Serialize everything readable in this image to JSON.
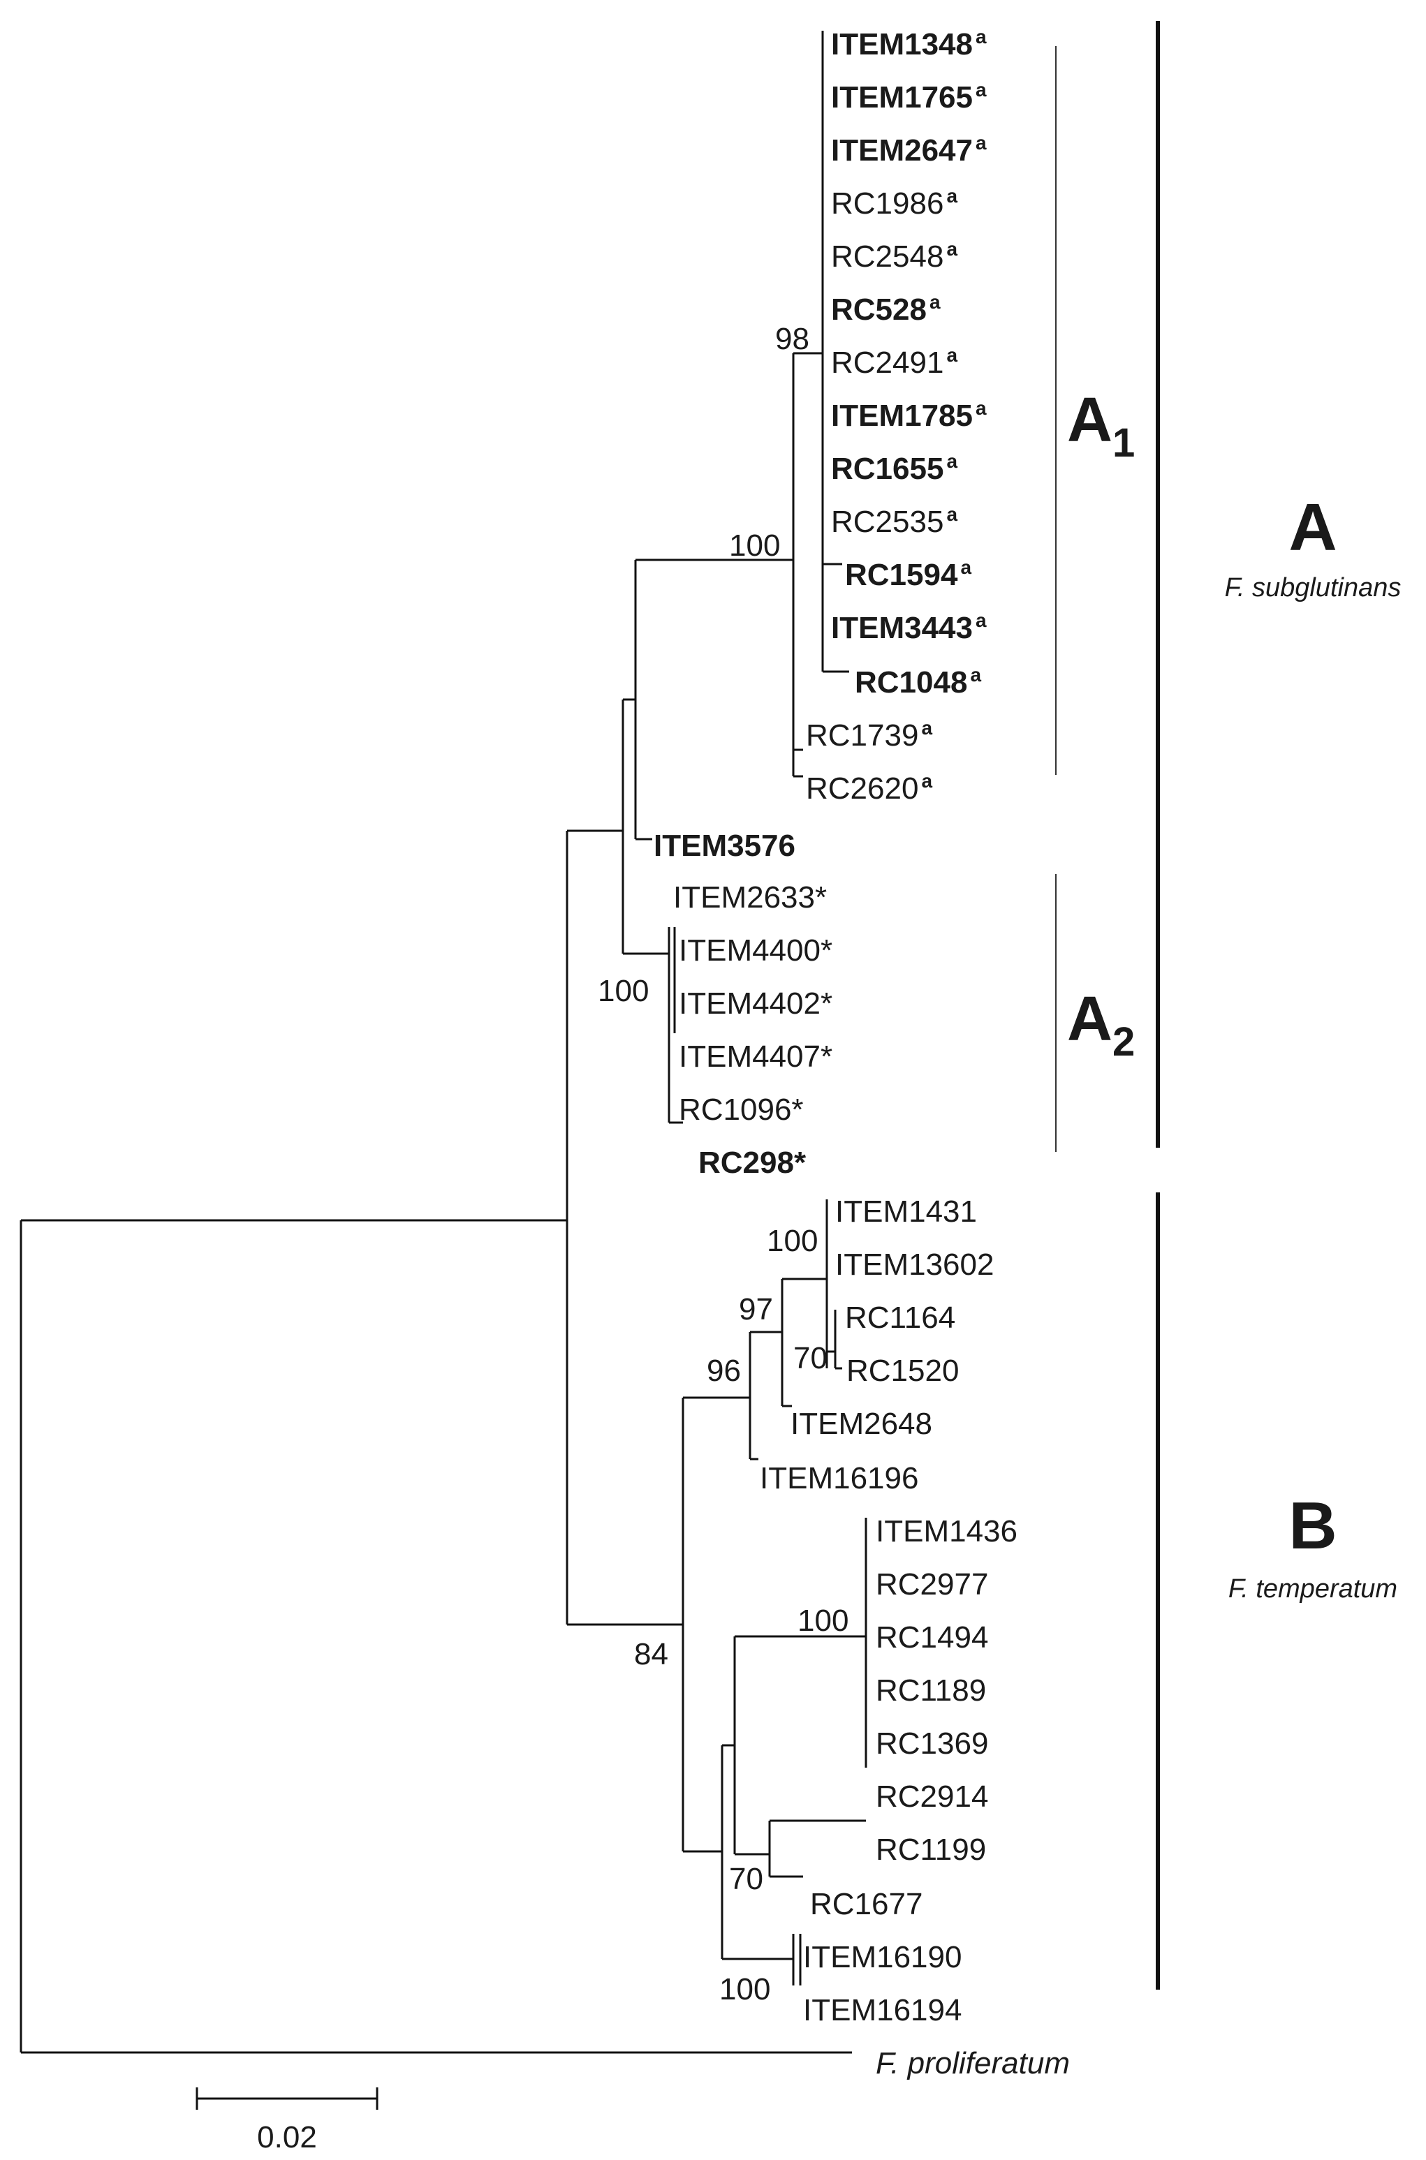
{
  "leaves": [
    {
      "id": "l0",
      "text": "ITEM1348",
      "sup": "a",
      "bold": true
    },
    {
      "id": "l1",
      "text": "ITEM1765",
      "sup": "a",
      "bold": true
    },
    {
      "id": "l2",
      "text": "ITEM2647",
      "sup": "a",
      "bold": true
    },
    {
      "id": "l3",
      "text": "RC1986",
      "sup": "a",
      "bold": false
    },
    {
      "id": "l4",
      "text": "RC2548",
      "sup": "a",
      "bold": false
    },
    {
      "id": "l5",
      "text": "RC528",
      "sup": "a",
      "bold": true
    },
    {
      "id": "l6",
      "text": "RC2491",
      "sup": "a",
      "bold": false
    },
    {
      "id": "l7",
      "text": "ITEM1785",
      "sup": "a",
      "bold": true
    },
    {
      "id": "l8",
      "text": "RC1655",
      "sup": "a",
      "bold": true
    },
    {
      "id": "l9",
      "text": "RC2535",
      "sup": "a",
      "bold": false
    },
    {
      "id": "l10",
      "text": "RC1594",
      "sup": "a",
      "bold": true
    },
    {
      "id": "l11",
      "text": "ITEM3443",
      "sup": "a",
      "bold": true
    },
    {
      "id": "l12",
      "text": "RC1048",
      "sup": "a",
      "bold": true
    },
    {
      "id": "l13",
      "text": "RC1739",
      "sup": "a",
      "bold": false
    },
    {
      "id": "l14",
      "text": "RC2620",
      "sup": "a",
      "bold": false
    },
    {
      "id": "l15",
      "text": "ITEM3576",
      "sup": "",
      "bold": true
    },
    {
      "id": "l16",
      "text": "ITEM2633*",
      "sup": "",
      "bold": false
    },
    {
      "id": "l17",
      "text": "ITEM4400*",
      "sup": "",
      "bold": false
    },
    {
      "id": "l18",
      "text": "ITEM4402*",
      "sup": "",
      "bold": false
    },
    {
      "id": "l19",
      "text": "ITEM4407*",
      "sup": "",
      "bold": false
    },
    {
      "id": "l20",
      "text": "RC1096*",
      "sup": "",
      "bold": false
    },
    {
      "id": "l21",
      "text": "RC298*",
      "sup": "",
      "bold": true
    },
    {
      "id": "l22",
      "text": "ITEM1431",
      "sup": "",
      "bold": false
    },
    {
      "id": "l23",
      "text": "ITEM13602",
      "sup": "",
      "bold": false
    },
    {
      "id": "l24",
      "text": "RC1164",
      "sup": "",
      "bold": false
    },
    {
      "id": "l25",
      "text": "RC1520",
      "sup": "",
      "bold": false
    },
    {
      "id": "l26",
      "text": "ITEM2648",
      "sup": "",
      "bold": false
    },
    {
      "id": "l27",
      "text": "ITEM16196",
      "sup": "",
      "bold": false
    },
    {
      "id": "l28",
      "text": "ITEM1436",
      "sup": "",
      "bold": false
    },
    {
      "id": "l29",
      "text": "RC2977",
      "sup": "",
      "bold": false
    },
    {
      "id": "l30",
      "text": "RC1494",
      "sup": "",
      "bold": false
    },
    {
      "id": "l31",
      "text": "RC1189",
      "sup": "",
      "bold": false
    },
    {
      "id": "l32",
      "text": "RC1369",
      "sup": "",
      "bold": false
    },
    {
      "id": "l33",
      "text": "RC2914",
      "sup": "",
      "bold": false
    },
    {
      "id": "l34",
      "text": "RC1199",
      "sup": "",
      "bold": false
    },
    {
      "id": "l35",
      "text": "RC1677",
      "sup": "",
      "bold": false
    },
    {
      "id": "l36",
      "text": "ITEM16190",
      "sup": "",
      "bold": false
    },
    {
      "id": "l37",
      "text": "ITEM16194",
      "sup": "",
      "bold": false
    },
    {
      "id": "l38",
      "text": "F. proliferatum",
      "sup": "",
      "bold": false,
      "italic": true
    }
  ],
  "bootstrap": {
    "b98": "98",
    "b100a1": "100",
    "b100a2": "100",
    "b100item": "100",
    "b97": "97",
    "b70a": "70",
    "b96": "96",
    "b100rc": "100",
    "b84": "84",
    "b70b": "70",
    "b100last": "100"
  },
  "clades": {
    "a": {
      "label": "A",
      "species": "F. subglutinans"
    },
    "a1": {
      "label": "A",
      "sub": "1"
    },
    "a2": {
      "label": "A",
      "sub": "2"
    },
    "b": {
      "label": "B",
      "species": "F. temperatum"
    }
  },
  "scale_bar": {
    "label": "0.02"
  }
}
